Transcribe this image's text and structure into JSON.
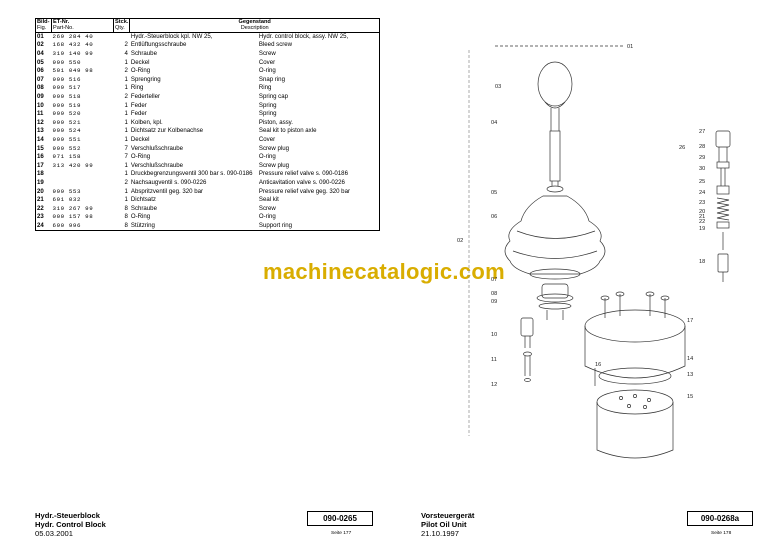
{
  "table": {
    "header": {
      "pos_label": "Bild-",
      "pos_sub": "Fig.",
      "etnr_label": "ET-Nr.",
      "etnr_sub": "Part-No.",
      "qty_label": "Stck.",
      "qty_sub": "Qty.",
      "item_label": "Gegenstand",
      "item_sub": "Description"
    },
    "rows": [
      {
        "pos": "01",
        "etnr": "269 284 40",
        "qty": "",
        "de": "Hydr.-Steuerblock kpl. NW 25,",
        "en": "Hydr. control block, assy. NW 25,"
      },
      {
        "pos": "02",
        "etnr": "168 432 40",
        "qty": "2",
        "de": "Entlüftungsschraube",
        "en": "Bleed screw"
      },
      {
        "pos": "04",
        "etnr": "319 140 99",
        "qty": "4",
        "de": "Schraube",
        "en": "Screw"
      },
      {
        "pos": "05",
        "etnr": "999 550",
        "qty": "1",
        "de": "Deckel",
        "en": "Cover"
      },
      {
        "pos": "06",
        "etnr": "501 049 98",
        "qty": "2",
        "de": "O-Ring",
        "en": "O-ring"
      },
      {
        "pos": "07",
        "etnr": "999 516",
        "qty": "1",
        "de": "Sprengring",
        "en": "Snap ring"
      },
      {
        "pos": "08",
        "etnr": "999 517",
        "qty": "1",
        "de": "Ring",
        "en": "Ring"
      },
      {
        "pos": "09",
        "etnr": "999 518",
        "qty": "2",
        "de": "Federteller",
        "en": "Spring cap"
      },
      {
        "pos": "10",
        "etnr": "999 519",
        "qty": "1",
        "de": "Feder",
        "en": "Spring"
      },
      {
        "pos": "11",
        "etnr": "999 520",
        "qty": "1",
        "de": "Feder",
        "en": "Spring"
      },
      {
        "pos": "12",
        "etnr": "999 521",
        "qty": "1",
        "de": "Kolben, kpl.",
        "en": "Piston, assy."
      },
      {
        "pos": "13",
        "etnr": "999 524",
        "qty": "1",
        "de": "Dichtsatz zur Kolbenachse",
        "en": "Seal kit to piston axle"
      },
      {
        "pos": "14",
        "etnr": "999 551",
        "qty": "1",
        "de": "Deckel",
        "en": "Cover"
      },
      {
        "pos": "15",
        "etnr": "999 552",
        "qty": "7",
        "de": "Verschlußschraube",
        "en": "Screw plug"
      },
      {
        "pos": "16",
        "etnr": "971 158",
        "qty": "7",
        "de": "O-Ring",
        "en": "O-ring"
      },
      {
        "pos": "17",
        "etnr": "313 420 99",
        "qty": "1",
        "de": "Verschlußschraube",
        "en": "Screw plug"
      },
      {
        "pos": "18",
        "etnr": "",
        "qty": "1",
        "de": "Druckbegrenzungsventil 300 bar s. 090-0186",
        "en": "Pressure relief valve s. 090-0186"
      },
      {
        "pos": "19",
        "etnr": "",
        "qty": "2",
        "de": "Nachsaugventil s. 090-0226",
        "en": "Anticavitation valve s. 090-0226"
      },
      {
        "pos": "20",
        "etnr": "999 553",
        "qty": "1",
        "de": "Abspritzventil geg. 320 bar",
        "en": "Pressure relief valve geg. 320 bar"
      },
      {
        "pos": "21",
        "etnr": "691 032",
        "qty": "1",
        "de": "Dichtsatz",
        "en": "Seal kit"
      },
      {
        "pos": "22",
        "etnr": "319 267 99",
        "qty": "8",
        "de": "Schraube",
        "en": "Screw"
      },
      {
        "pos": "23",
        "etnr": "000 157 98",
        "qty": "8",
        "de": "O-Ring",
        "en": "O-ring"
      },
      {
        "pos": "24",
        "etnr": "690 996",
        "qty": "8",
        "de": "Stützring",
        "en": "Support ring"
      }
    ]
  },
  "watermark": "machinecatalogic.com",
  "drawing": {
    "callouts": [
      "01",
      "03",
      "04",
      "05",
      "06",
      "02",
      "07",
      "08",
      "09",
      "10",
      "11",
      "12",
      "16",
      "17",
      "14",
      "13",
      "15",
      "27",
      "26",
      "28",
      "29",
      "30",
      "25",
      "24",
      "23",
      "20",
      "21",
      "22",
      "19",
      "18"
    ]
  },
  "footer": {
    "left": {
      "title_de": "Hydr.-Steuerblock",
      "title_en": "Hydr. Control Block",
      "date": "05.03.2001",
      "doc_no": "090-0265",
      "page": "Seite 177"
    },
    "right": {
      "title_de": "Vorsteuergerät",
      "title_en": "Pilot Oil Unit",
      "date": "21.10.1997",
      "doc_no": "090-0268a",
      "page": "Seite 178"
    }
  }
}
